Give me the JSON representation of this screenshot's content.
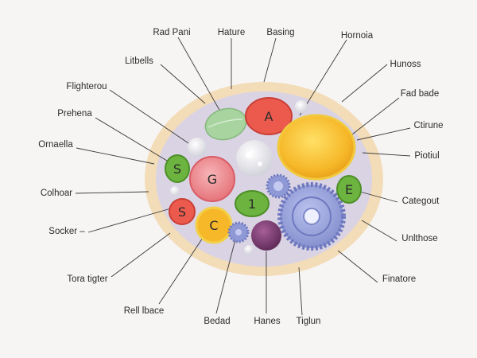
{
  "diagram": {
    "labels": {
      "rad_pani": "Rad Pani",
      "hature": "Hature",
      "basing": "Basing",
      "hornoia": "Hornoia",
      "litbells": "Litbells",
      "hunoss": "Hunoss",
      "flighterou": "Flighterou",
      "fad_bade": "Fad bade",
      "prehena": "Prehena",
      "ctirune": "Ctirune",
      "ornaella": "Ornaella",
      "piotiul": "Piotiul",
      "colhoar": "Colhoar",
      "categout": "Categout",
      "socker": "Socker –",
      "unlthose": "Unlthose",
      "tora_tigter": "Tora tigter",
      "finatore": "Finatore",
      "rell_lbace": "Rell lbace",
      "bedad": "Bedad",
      "hanes": "Hanes",
      "tiglun": "Tiglun"
    },
    "glyphs": {
      "a": "A",
      "g": "G",
      "s_green": "S",
      "s_red": "S",
      "c": "C",
      "t": "1",
      "e": "E"
    },
    "colors": {
      "membrane": "#f3dcb8",
      "cytoplasm": "#d9d3e3",
      "red": "#ec5a4e",
      "yellow": "#f6b829",
      "green": "#6cb33f",
      "pink": "#ef8a8f",
      "blue": "#8f99d6",
      "purple": "#7c3f73",
      "mint": "#a8d4a0"
    }
  }
}
